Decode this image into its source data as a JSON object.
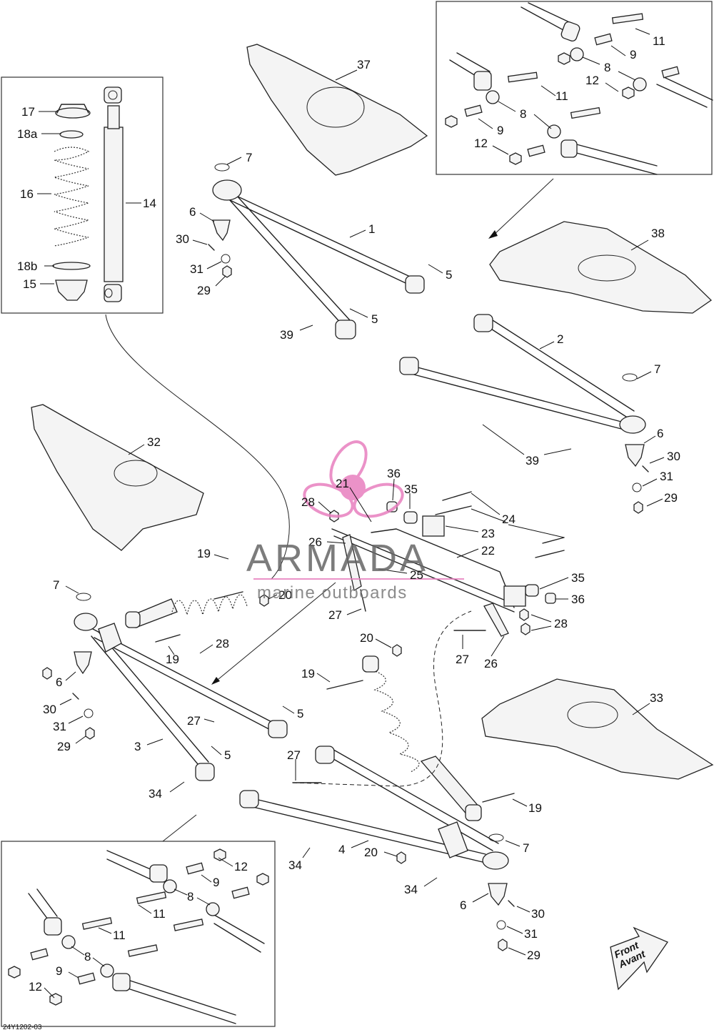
{
  "diagram": {
    "doc_code": "24Y1202-03",
    "watermark": {
      "brand": "ARMADA",
      "tagline": "marine outboards",
      "accent_color": "#e87fbf"
    },
    "front_arrow": {
      "line1": "Front",
      "line2": "Avant"
    },
    "callouts": [
      {
        "id": "c37",
        "label": "37"
      },
      {
        "id": "c7a",
        "label": "7"
      },
      {
        "id": "c6a",
        "label": "6"
      },
      {
        "id": "c30a",
        "label": "30"
      },
      {
        "id": "c1",
        "label": "1"
      },
      {
        "id": "c31a",
        "label": "31"
      },
      {
        "id": "c29a",
        "label": "29"
      },
      {
        "id": "c5a",
        "label": "5"
      },
      {
        "id": "c5b",
        "label": "5"
      },
      {
        "id": "c39a",
        "label": "39"
      },
      {
        "id": "c17",
        "label": "17"
      },
      {
        "id": "c18a",
        "label": "18a"
      },
      {
        "id": "c16",
        "label": "16"
      },
      {
        "id": "c14",
        "label": "14"
      },
      {
        "id": "c18b",
        "label": "18b"
      },
      {
        "id": "c15",
        "label": "15"
      },
      {
        "id": "c11a",
        "label": "11"
      },
      {
        "id": "c9a",
        "label": "9"
      },
      {
        "id": "c8a",
        "label": "8"
      },
      {
        "id": "c12a",
        "label": "12"
      },
      {
        "id": "c11b",
        "label": "11"
      },
      {
        "id": "c8b",
        "label": "8"
      },
      {
        "id": "c9b",
        "label": "9"
      },
      {
        "id": "c12b",
        "label": "12"
      },
      {
        "id": "c38",
        "label": "38"
      },
      {
        "id": "c2",
        "label": "2"
      },
      {
        "id": "c7b",
        "label": "7"
      },
      {
        "id": "c6b",
        "label": "6"
      },
      {
        "id": "c30b",
        "label": "30"
      },
      {
        "id": "c31b",
        "label": "31"
      },
      {
        "id": "c29b",
        "label": "29"
      },
      {
        "id": "c39b",
        "label": "39"
      },
      {
        "id": "c32",
        "label": "32"
      },
      {
        "id": "c21",
        "label": "21"
      },
      {
        "id": "c36a",
        "label": "36"
      },
      {
        "id": "c35a",
        "label": "35"
      },
      {
        "id": "c28a",
        "label": "28"
      },
      {
        "id": "c24",
        "label": "24"
      },
      {
        "id": "c23",
        "label": "23"
      },
      {
        "id": "c26a",
        "label": "26"
      },
      {
        "id": "c22",
        "label": "22"
      },
      {
        "id": "c25",
        "label": "25"
      },
      {
        "id": "c35b",
        "label": "35"
      },
      {
        "id": "c36b",
        "label": "36"
      },
      {
        "id": "c19a",
        "label": "19"
      },
      {
        "id": "c20a",
        "label": "20"
      },
      {
        "id": "c7c",
        "label": "7"
      },
      {
        "id": "c27a",
        "label": "27"
      },
      {
        "id": "c28b",
        "label": "28"
      },
      {
        "id": "c27b",
        "label": "27"
      },
      {
        "id": "c26b",
        "label": "26"
      },
      {
        "id": "c20b",
        "label": "20"
      },
      {
        "id": "c19b",
        "label": "19"
      },
      {
        "id": "c28c",
        "label": "28"
      },
      {
        "id": "c19c",
        "label": "19"
      },
      {
        "id": "c6c",
        "label": "6"
      },
      {
        "id": "c30c",
        "label": "30"
      },
      {
        "id": "c31c",
        "label": "31"
      },
      {
        "id": "c29c",
        "label": "29"
      },
      {
        "id": "c33",
        "label": "33"
      },
      {
        "id": "c27c",
        "label": "27"
      },
      {
        "id": "c5c",
        "label": "5"
      },
      {
        "id": "c5d",
        "label": "5"
      },
      {
        "id": "c3",
        "label": "3"
      },
      {
        "id": "c34a",
        "label": "34"
      },
      {
        "id": "c27d",
        "label": "27"
      },
      {
        "id": "c19d",
        "label": "19"
      },
      {
        "id": "c7d",
        "label": "7"
      },
      {
        "id": "c4",
        "label": "4"
      },
      {
        "id": "c20c",
        "label": "20"
      },
      {
        "id": "c34b",
        "label": "34"
      },
      {
        "id": "c34c",
        "label": "34"
      },
      {
        "id": "c6d",
        "label": "6"
      },
      {
        "id": "c30d",
        "label": "30"
      },
      {
        "id": "c31d",
        "label": "31"
      },
      {
        "id": "c29d",
        "label": "29"
      },
      {
        "id": "c12c",
        "label": "12"
      },
      {
        "id": "c9c",
        "label": "9"
      },
      {
        "id": "c8c",
        "label": "8"
      },
      {
        "id": "c11c",
        "label": "11"
      },
      {
        "id": "c11d",
        "label": "11"
      },
      {
        "id": "c8d",
        "label": "8"
      },
      {
        "id": "c9d",
        "label": "9"
      },
      {
        "id": "c12d",
        "label": "12"
      }
    ]
  }
}
